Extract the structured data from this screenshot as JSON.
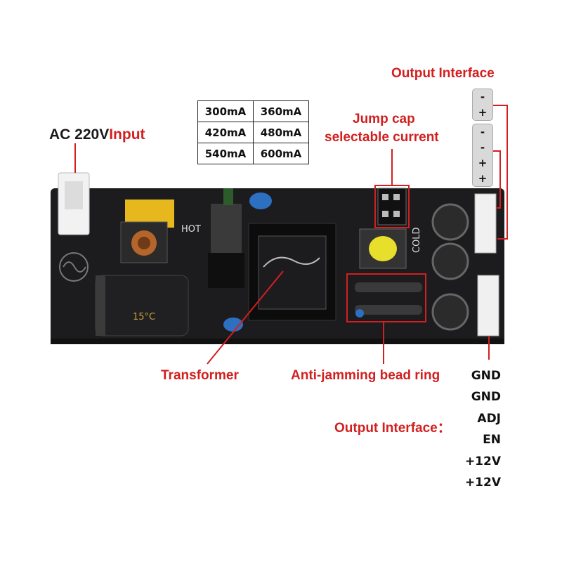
{
  "labels": {
    "ac_prefix": "AC 220V",
    "ac_suffix": "Input",
    "output_top": "Output Interface",
    "jump_cap_line1": "Jump cap",
    "jump_cap_line2": "selectable current",
    "transformer": "Transformer",
    "bead_ring": "Anti-jamming bead ring",
    "output_bottom": "Output Interface："
  },
  "current_table": [
    [
      "300mA",
      "360mA"
    ],
    [
      "420mA",
      "480mA"
    ],
    [
      "540mA",
      "600mA"
    ]
  ],
  "top_connector": {
    "group1": [
      "-",
      "+"
    ],
    "group2": [
      "-",
      "-",
      "+",
      "+"
    ]
  },
  "output_pins": [
    "GND",
    "GND",
    "ADJ",
    "EN",
    "+12V",
    "+12V"
  ],
  "board_print": {
    "hot": "HOT",
    "cold": "COLD",
    "cap_text": "15°C"
  },
  "colors": {
    "accent_red": "#d21f1f",
    "pcb": "#1c1c1e"
  }
}
